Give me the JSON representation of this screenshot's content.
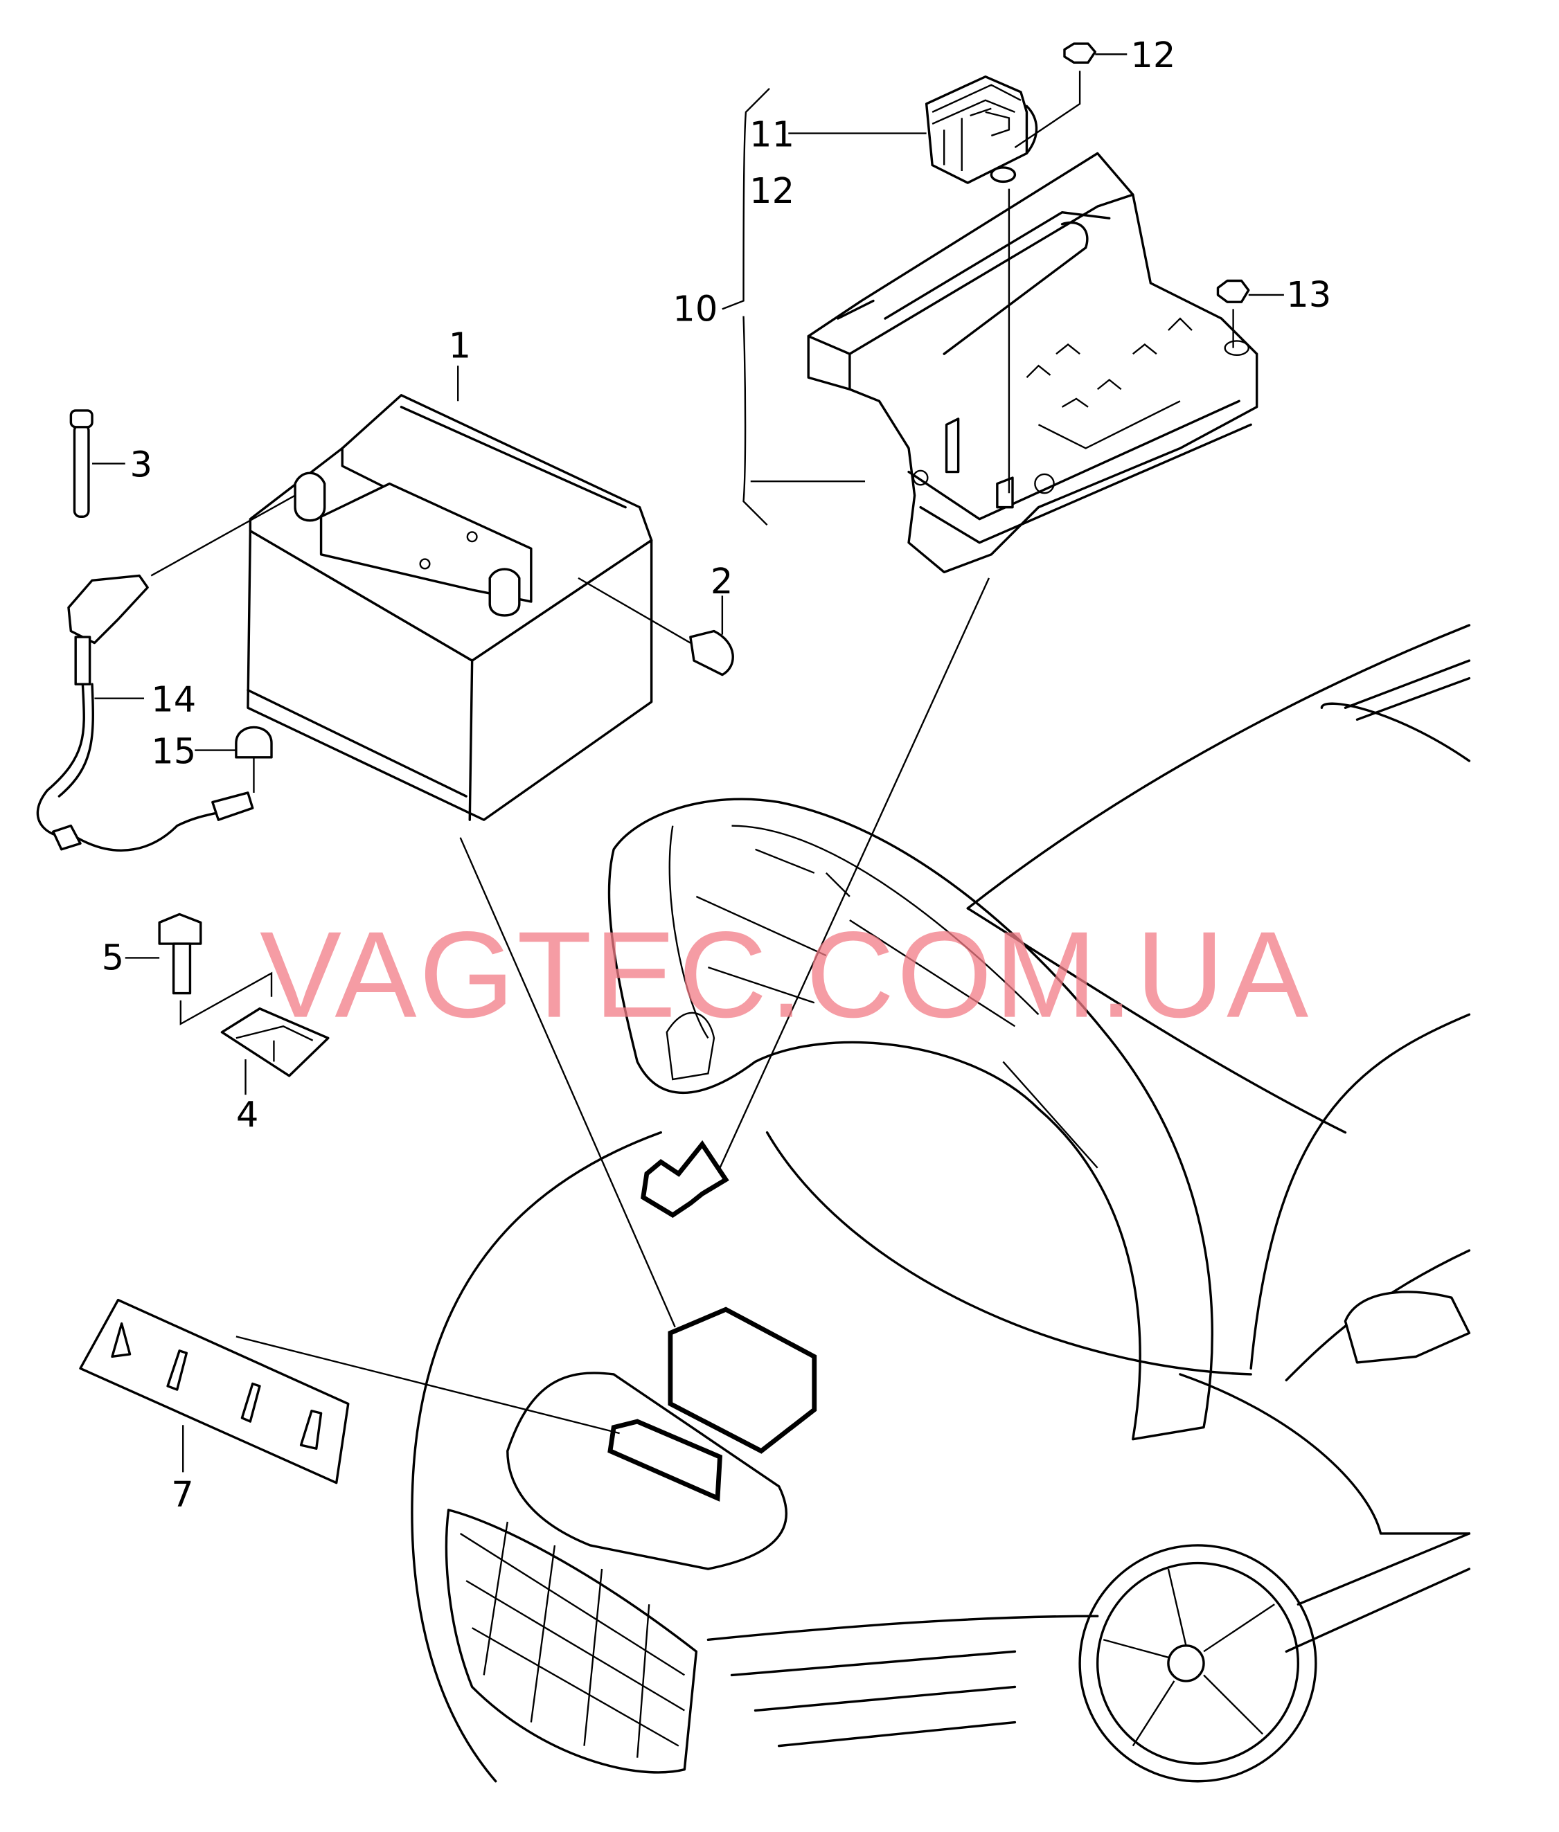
{
  "diagram": {
    "watermark": "VAGTEC.COM.UA",
    "labels": {
      "battery": "1",
      "plug": "2",
      "vent_tube": "3",
      "clamp_plate": "4",
      "bolt": "5",
      "sticker": "7",
      "fuse_carrier": "10",
      "fuse_housing": "11",
      "nut_top": "12",
      "nut_ref": "12",
      "nut_side": "13",
      "ground_cable": "14",
      "cap_nut": "15"
    }
  }
}
